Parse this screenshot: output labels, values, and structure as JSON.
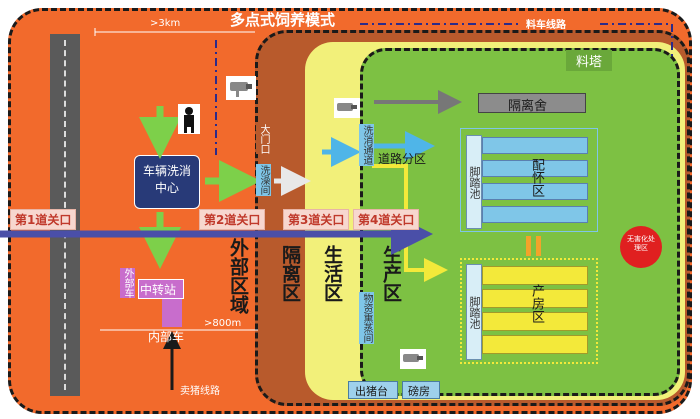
{
  "title": "多点式饲养模式",
  "feed_route": "料车线路",
  "distance_outer": ">3km",
  "distance_inner": ">800m",
  "feed_tower": "料塔",
  "wash_center": "车辆洗消中心",
  "transfer_station": "中转站",
  "outer_vehicle": "外部车",
  "inner_vehicle": "内部车",
  "main_gate": "大门口",
  "wash_room": "洗澡间",
  "wash_channel": "洗消通道",
  "material_room": "物资熏蒸间",
  "road_zones": "道路分区",
  "isolation_house": "隔离舍",
  "breeding_zone": "配怀区",
  "farrowing_zone": "产房区",
  "foot_bath": "脚踏池",
  "pig_loading": "出猪台",
  "weigh_room": "磅房",
  "harmless": "无害化处理区",
  "zones": {
    "outer": "外部区域",
    "isolation": "隔离区",
    "living": "生活区",
    "production": "生产区"
  },
  "checkpoints": [
    "第1道关口",
    "第2道关口",
    "第3道关口",
    "第4道关口"
  ],
  "pig_route": "卖猪线路",
  "colors": {
    "outer": "#f26a2c",
    "isolation": "#b85a2c",
    "living": "#f2f07a",
    "production": "#7dc143",
    "wash_center": "#283a78",
    "pen_blue": "#7fc6e8",
    "farrow_yellow": "#f3e93a",
    "harmless": "#e02020"
  }
}
